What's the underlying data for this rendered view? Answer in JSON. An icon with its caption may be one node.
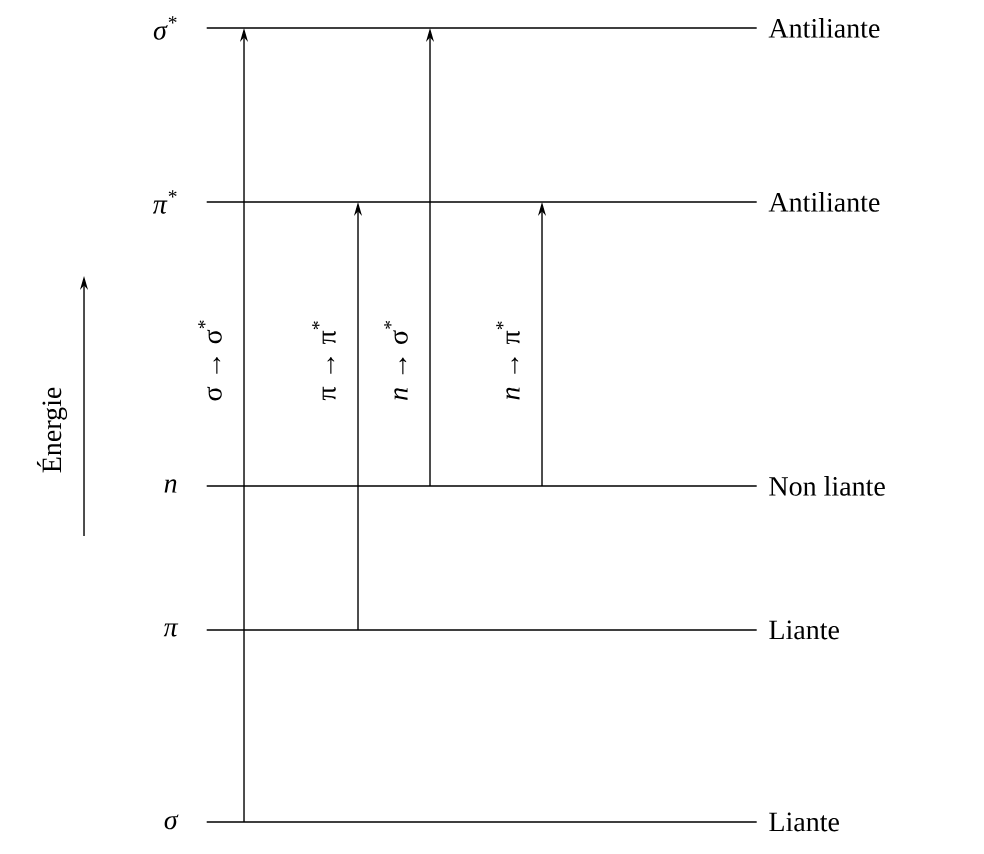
{
  "diagram": {
    "nodes": [
      {
        "text": [
          "σ$^{*}$"
        ],
        "beside": [
          "Antiliante"
        ]
      },
      {
        "text": [
          "π$^{*}$"
        ],
        "beside": [
          "Antiliante"
        ]
      },
      {
        "text": [
          "n"
        ],
        "beside": [
          "Non liante"
        ]
      },
      {
        "text": [
          "π"
        ],
        "beside": [
          "Liante"
        ]
      },
      {
        "text": [
          "σ"
        ],
        "beside": [
          "Liante"
        ]
      }
    ],
    "edges": [
      {
        "from": 4,
        "to": 0,
        "arrow": "to",
        "label": "σ → σ$^{*}$"
      },
      {
        "from": 3,
        "to": 1,
        "arrow": "to",
        "label": "π → π$^{*}$"
      },
      {
        "from": 2,
        "to": 0,
        "arrow": "to",
        "label": "*n* → σ$^{*}$"
      },
      {
        "from": 2,
        "to": 1,
        "arrow": "to",
        "label": "*n* → π$^{*}$"
      }
    ],
    "labels": [
      "Énergie"
    ]
  }
}
